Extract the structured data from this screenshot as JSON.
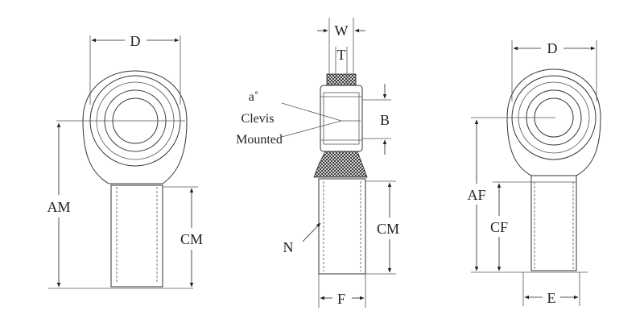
{
  "labels": {
    "left_d": "D",
    "left_am": "AM",
    "left_cm": "CM",
    "mid_w": "W",
    "mid_t": "T",
    "mid_b": "B",
    "mid_angle": "a˚",
    "mid_clevis_1": "Clevis",
    "mid_clevis_2": "Mounted",
    "mid_cm": "CM",
    "mid_n": "N",
    "mid_f": "F",
    "right_d": "D",
    "right_af": "AF",
    "right_cf": "CF",
    "right_e": "E"
  }
}
